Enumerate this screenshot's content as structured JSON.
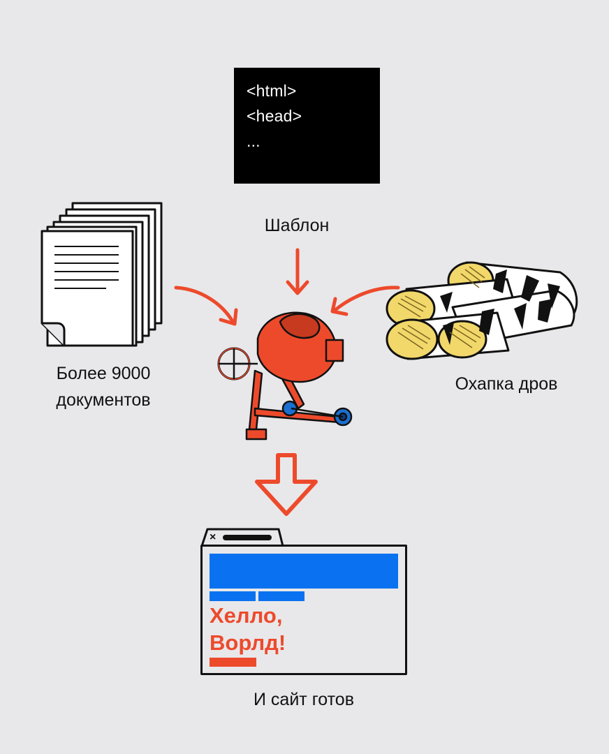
{
  "code": {
    "lines": [
      "<html>",
      "<head>",
      "..."
    ]
  },
  "labels": {
    "template": "Шаблон",
    "documents_line1": "Более 9000",
    "documents_line2": "документов",
    "firewood": "Охапка дров",
    "site_ready": "И сайт готов"
  },
  "browser": {
    "heading_line1": "Хелло,",
    "heading_line2": "Ворлд!",
    "close_glyph": "×"
  },
  "colors": {
    "background": "#e8e8ea",
    "accent_red": "#ed4a2c",
    "accent_blue": "#0a72f0",
    "ink": "#111111",
    "birch_yellow": "#f2d86a"
  },
  "icons": [
    "documents-stack-icon",
    "concrete-mixer-icon",
    "firewood-logs-icon",
    "browser-window-icon",
    "arrow-icon"
  ]
}
